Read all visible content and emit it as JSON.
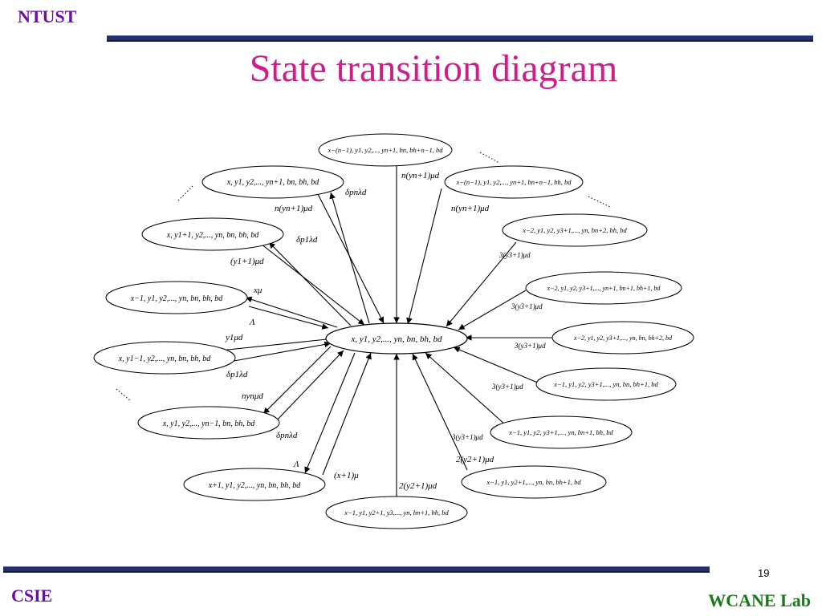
{
  "header": {
    "left": "NTUST"
  },
  "title": "State transition diagram",
  "footer": {
    "left": "CSIE",
    "right": "WCANE Lab",
    "page_number": "19"
  },
  "colors": {
    "title": "#cc1f8a",
    "header": "#6a0dad",
    "footer_right": "#1a7a1a",
    "rule": "#24306b"
  },
  "diagram": {
    "center_state": "x, y1, y2,..., yn, bn, bh, bd",
    "states": [
      "x−(n−1), y1, y2,..., yn+1, bn, bh+n−1, bd",
      "x−(n−1), y1, y2,..., yn+1, bn+n−1, bh, bd",
      "x, y1, y2,..., yn+1, bn, bh, bd",
      "x, y1+1, y2,..., yn, bn, bh, bd",
      "x−2, y1, y2, y3+1,..., yn, bn+2, bh, bd",
      "x−2, y1, y2, y3+1,..., yn+1, bn+1, bh+1, bd",
      "x−1, y1, y2,..., yn, bn, bh, bd",
      "x−2, y1, y2, y3+1,..., yn, bn, bh+2, bd",
      "x, y1−1, y2,..., yn, bn, bh, bd",
      "x−1, y1, y2, y3+1,..., yn, bn, bh+1, bd",
      "x, y1, y2,..., yn−1, bn, bh, bd",
      "x−1, y1, y2, y3+1,..., yn, bn+1, bh, bd",
      "x+1, y1, y2,..., yn, bn, bh, bd",
      "x−1, y1, y2+1,..., yn, bn, bh+1, bd",
      "x−1, y1, y2+1, y3,..., yn, bn+1, bh, bd"
    ],
    "labels": [
      "n(yn+1)μd",
      "n(yn+1)μd",
      "δpnλd",
      "n(yn+1)μd",
      "δp1λd",
      "(y1+1)μd",
      "3(y3+1)μd",
      "xμ",
      "3(y3+1)μd",
      "Λ",
      "y1μd",
      "3(y3+1)μd",
      "δp1λd",
      "3(y3+1)μd",
      "nynμd",
      "δpnλd",
      "3(y3+1)μd",
      "2(y2+1)μd",
      "Λ",
      "(x+1)μ",
      "2(y2+1)μd"
    ]
  }
}
